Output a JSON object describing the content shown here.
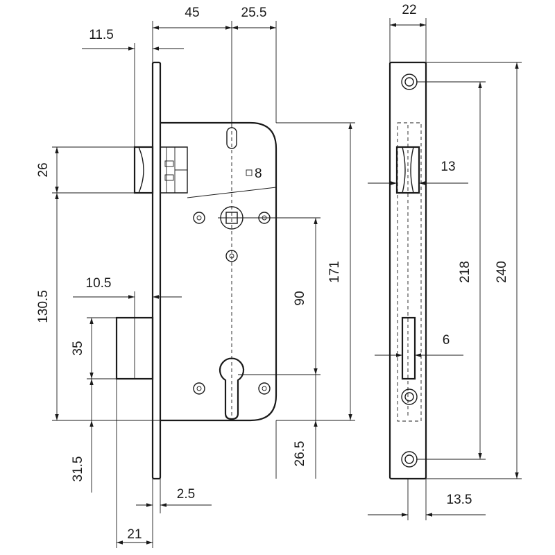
{
  "colors": {
    "line": "#1a1a1a",
    "background": "#ffffff"
  },
  "dimensions": {
    "d_45": "45",
    "d_25_5": "25.5",
    "d_11_5": "11.5",
    "d_26": "26",
    "d_8": "8",
    "d_130_5": "130.5",
    "d_10_5": "10.5",
    "d_90": "90",
    "d_171": "171",
    "d_35": "35",
    "d_31_5": "31.5",
    "d_26_5": "26.5",
    "d_2_5": "2.5",
    "d_21": "21",
    "d_22": "22",
    "d_13": "13",
    "d_218": "218",
    "d_240": "240",
    "d_6": "6",
    "d_13_5": "13.5"
  }
}
